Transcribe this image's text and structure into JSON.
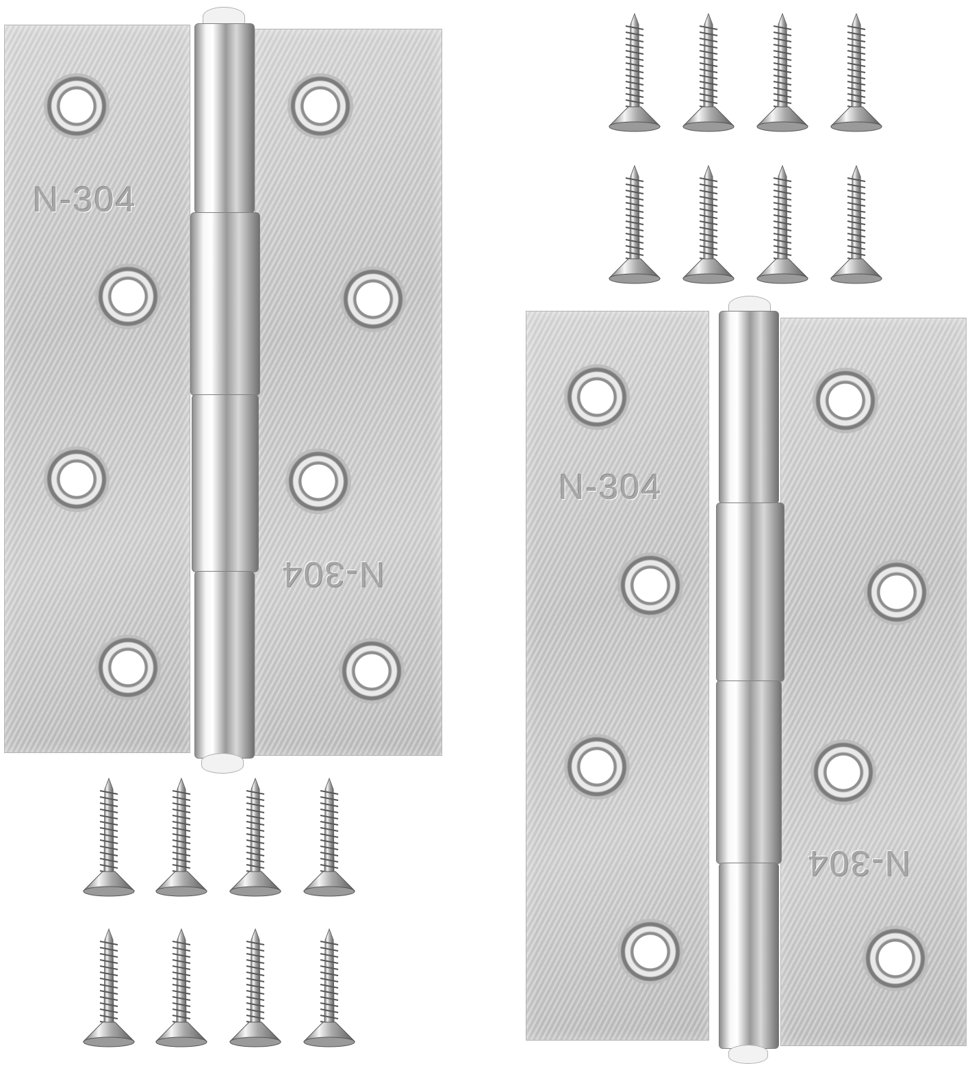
{
  "product": {
    "hinge_stamp": "N-304",
    "hinge_count": 2,
    "screw_count": 16,
    "finish_color": "#c9c9c9"
  }
}
